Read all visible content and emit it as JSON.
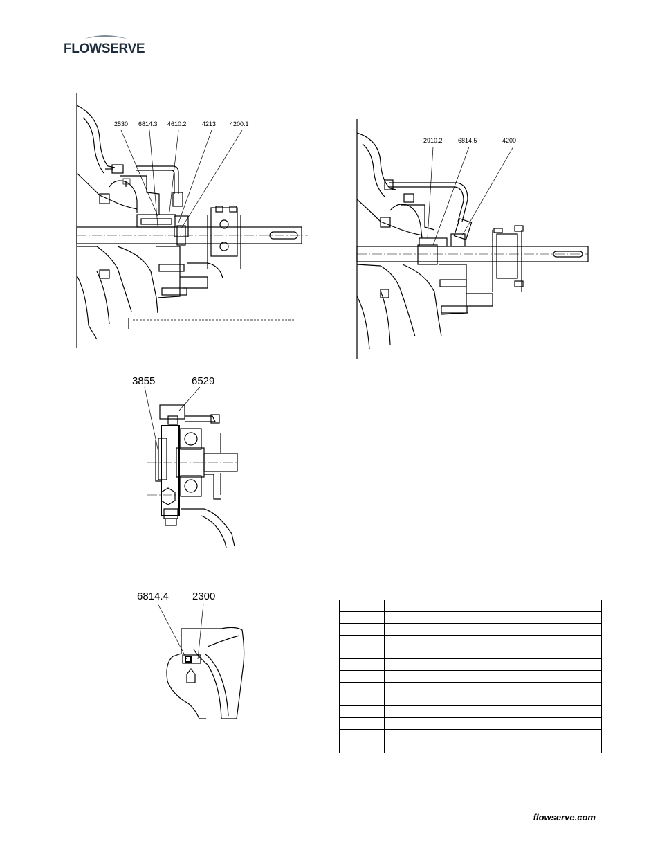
{
  "header": {
    "logo_text": "FLOWSERVE"
  },
  "figures": {
    "top_left": {
      "callouts": [
        "2530",
        "6814.3",
        "4610.2",
        "4213",
        "4200.1"
      ]
    },
    "top_right": {
      "callouts": [
        "2910.2",
        "6814.5",
        "4200"
      ]
    },
    "middle": {
      "callouts": [
        "3855",
        "6529"
      ]
    },
    "bottom": {
      "callouts": [
        "6814.4",
        "2300"
      ]
    }
  },
  "parts_table": {
    "rows": [
      [
        "",
        ""
      ],
      [
        "",
        ""
      ],
      [
        "",
        ""
      ],
      [
        "",
        ""
      ],
      [
        "",
        ""
      ],
      [
        "",
        ""
      ],
      [
        "",
        ""
      ],
      [
        "",
        ""
      ],
      [
        "",
        ""
      ],
      [
        "",
        ""
      ],
      [
        "",
        ""
      ],
      [
        "",
        ""
      ],
      [
        "",
        ""
      ]
    ]
  },
  "footer": {
    "url": "flowserve.com"
  },
  "colors": {
    "logo": "#1d2c3c",
    "line": "#000000"
  }
}
